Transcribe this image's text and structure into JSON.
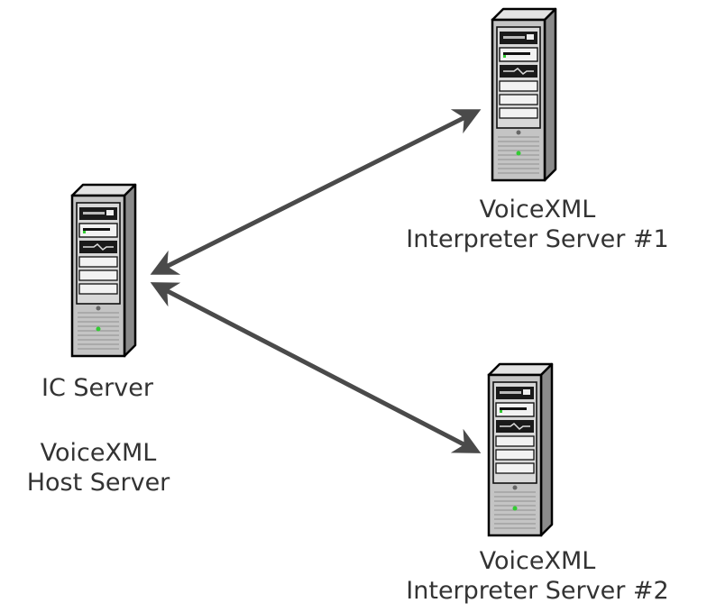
{
  "diagram": {
    "nodes": [
      {
        "id": "ic-server",
        "icon": "server-tower-icon",
        "lines": [
          "IC Server"
        ]
      },
      {
        "id": "host",
        "lines": [
          "VoiceXML",
          "Host Server"
        ]
      },
      {
        "id": "interpreter-1",
        "icon": "server-tower-icon",
        "lines": [
          "VoiceXML",
          "Interpreter Server #1"
        ]
      },
      {
        "id": "interpreter-2",
        "icon": "server-tower-icon",
        "lines": [
          "VoiceXML",
          "Interpreter Server #2"
        ]
      }
    ],
    "connections": [
      {
        "from": "ic-server",
        "to": "interpreter-1",
        "direction": "bidirectional"
      },
      {
        "from": "ic-server",
        "to": "interpreter-2",
        "direction": "bidirectional"
      }
    ],
    "colors": {
      "arrow": "#4a4a4a",
      "text": "#333333",
      "server_front": "#c4c4c4",
      "server_side": "#8a8a8a",
      "server_top": "#e3e3e3",
      "server_outline": "#000000",
      "led": "#33cc33"
    }
  }
}
